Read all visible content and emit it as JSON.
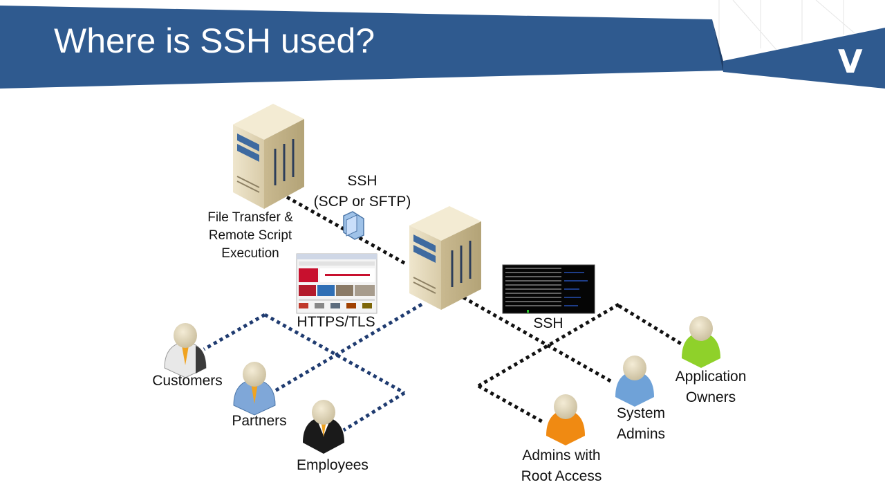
{
  "title": "Where is SSH used?",
  "logo_letter": "V",
  "labels": {
    "ssh_top": "SSH",
    "scp_sftp": "(SCP or SFTP)",
    "file_transfer": [
      "File Transfer &",
      "Remote Script",
      "Execution"
    ],
    "https_tls": "HTTPS/TLS",
    "ssh_right": "SSH",
    "customers": "Customers",
    "partners": "Partners",
    "employees": "Employees",
    "admins_root": [
      "Admins with",
      "Root Access"
    ],
    "system_admins": [
      "System",
      "Admins"
    ],
    "app_owners": [
      "Application",
      "Owners"
    ]
  },
  "colors": {
    "header_blue": "#2f5a8f",
    "blue_dots": "#1f3b70",
    "black_dots": "#111111",
    "customer_shirt": "#e8e8e8",
    "partner_shirt": "#7fa7d8",
    "employee_shirt": "#1a1a1a",
    "root_admin_shirt": "#f08a12",
    "system_admin_shirt": "#6fa2d8",
    "app_owner_shirt": "#8fd12a"
  }
}
